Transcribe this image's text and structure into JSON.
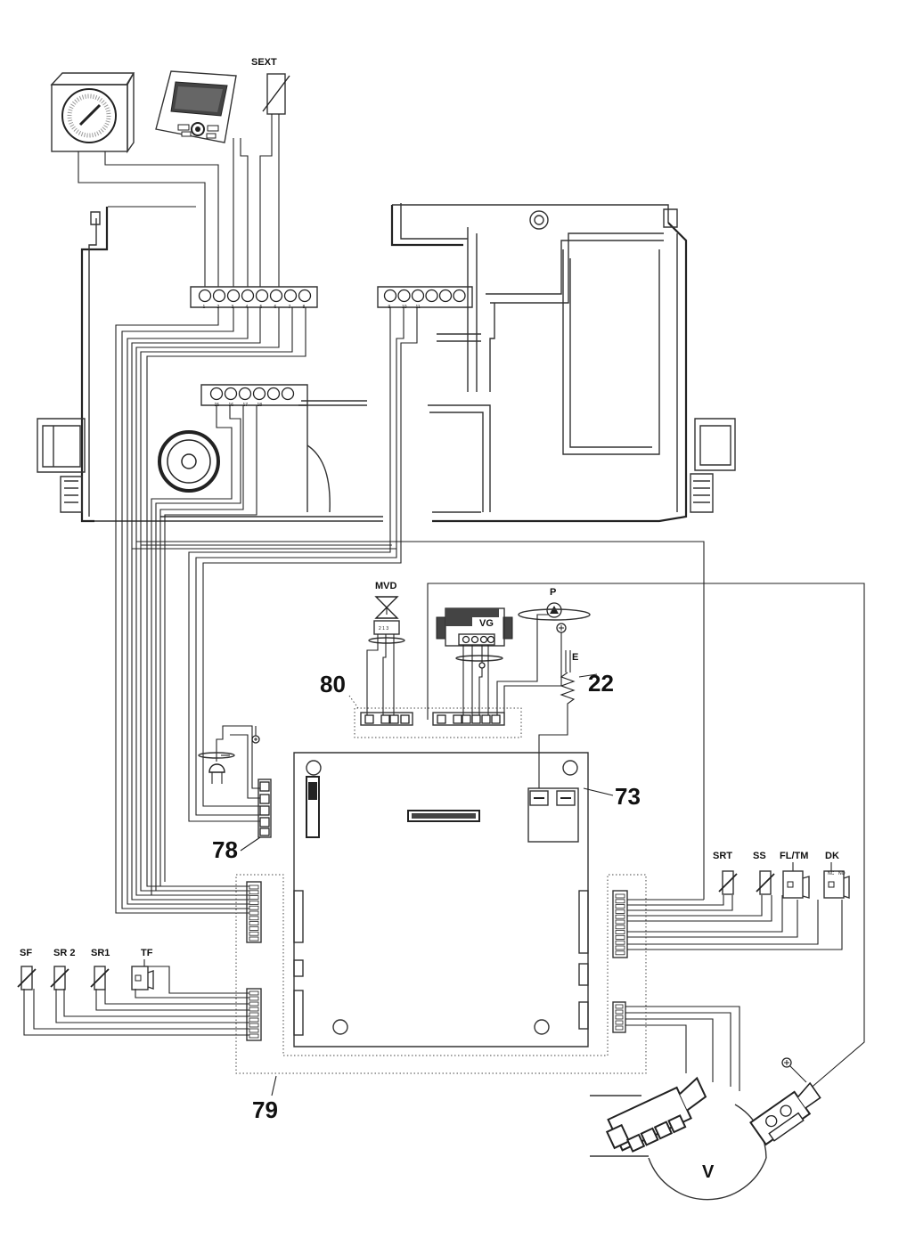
{
  "labels": {
    "sext": "SEXT",
    "mvd": "MVD",
    "mvd_pins": "2 1 3",
    "vg": "VG",
    "p": "P",
    "e": "E",
    "n22": "22",
    "n80": "80",
    "n73": "73",
    "n78": "78",
    "n79": "79",
    "srt": "SRT",
    "ss": "SS",
    "fltm": "FL/TM",
    "dk": "DK",
    "dk_nc": "NC",
    "dk_no": "NO",
    "sf": "SF",
    "sr2": "SR 2",
    "sr1": "SR1",
    "tf": "TF",
    "v": "V"
  },
  "terminal_blocks": {
    "left_top": [
      "1",
      "2",
      "3",
      "4",
      "5",
      "6",
      "7",
      "8"
    ],
    "right_top": [
      "9",
      "10",
      "11"
    ],
    "middle": [
      "15",
      "16",
      "17",
      "18"
    ]
  },
  "colors": {
    "line": "#222222",
    "background": "#ffffff"
  }
}
